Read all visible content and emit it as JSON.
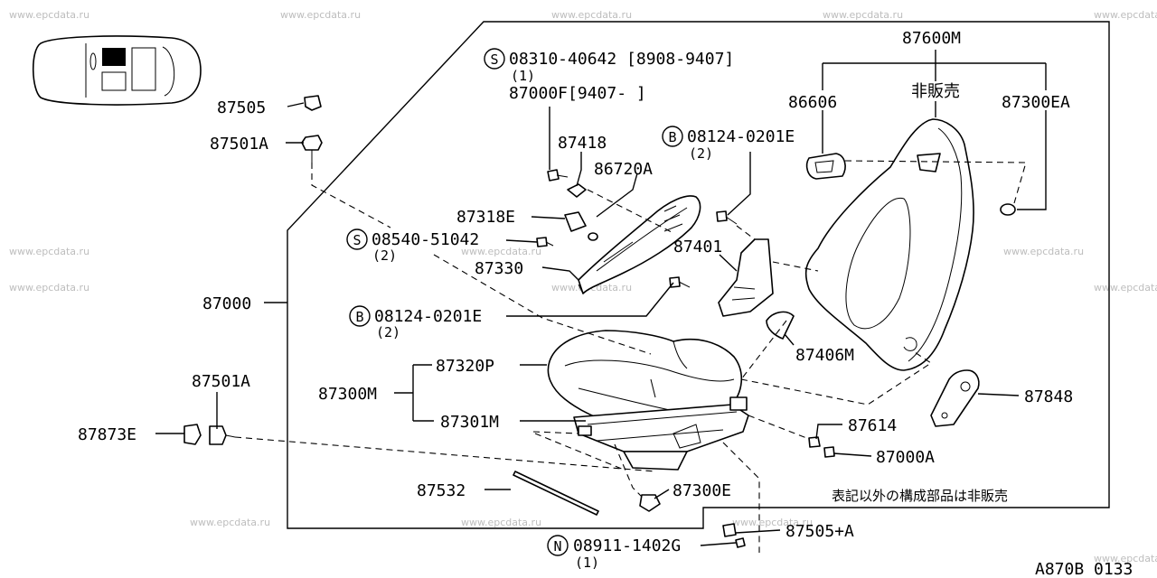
{
  "watermark": "www.epcdata.ru",
  "callouts": {
    "c87600M": "87600M",
    "c86606": "86606",
    "cHanbai": "非販売",
    "c87300EA": "87300EA",
    "c08310": "08310-40642 [8908-9407]",
    "c08310q": "(1)",
    "c87000F": "87000F[9407-      ]",
    "c87418": "87418",
    "c86720A": "86720A",
    "c08124a": "08124-0201E",
    "c08124aq": "(2)",
    "c87505": "87505",
    "c87501A_top": "87501A",
    "c87318E": "87318E",
    "c08540": "08540-51042",
    "c08540q": "(2)",
    "c87330": "87330",
    "c87401": "87401",
    "c87000": "87000",
    "c08124b": "08124-0201E",
    "c08124bq": "(2)",
    "c87406M": "87406M",
    "c87320P": "87320P",
    "c87300M": "87300M",
    "c87301M": "87301M",
    "c87501A_mid": "87501A",
    "c87873E": "87873E",
    "c87848": "87848",
    "c87614": "87614",
    "c87000A": "87000A",
    "c87532": "87532",
    "c87300E": "87300E",
    "cNote": "表記以外の構成部品は非販売",
    "c87505A": "87505+A",
    "c08911": "08911-1402G",
    "c08911q": "(1)",
    "code": "A870B 0133"
  },
  "markers": {
    "s1": "S",
    "b1": "B",
    "s2": "S",
    "b2": "B",
    "n1": "N"
  }
}
